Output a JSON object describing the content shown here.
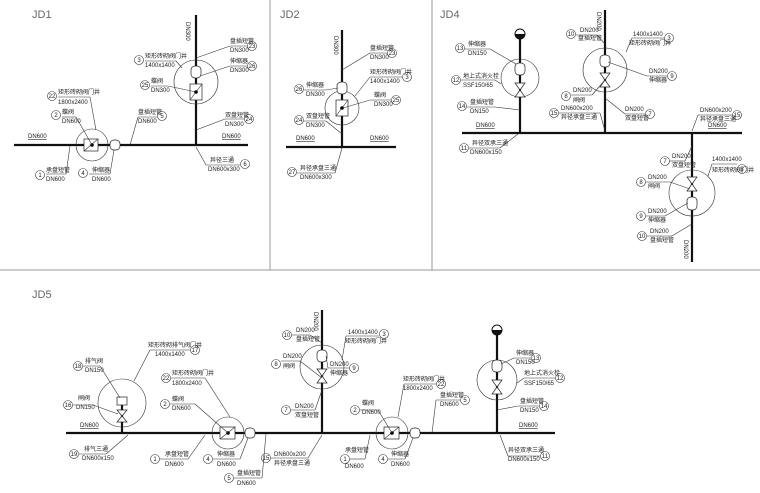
{
  "panels": {
    "jd1": {
      "title": "JD1",
      "labels": [
        {
          "n": "1",
          "name": "承盘短管",
          "size": "DN600"
        },
        {
          "n": "2",
          "name": "蝶阀",
          "size": "DN600"
        },
        {
          "n": "22",
          "name": "矩形砖砌阀门井",
          "size": "1800x2400"
        },
        {
          "n": "4",
          "name": "伸缩器",
          "size": "DN600"
        },
        {
          "n": "5",
          "name": "盘插短管",
          "size": "DN600"
        },
        {
          "n": "3",
          "name": "矩形砖砌阀门井",
          "size": "1400x1400"
        },
        {
          "n": "25",
          "name": "蝶阀",
          "size": "DN300"
        },
        {
          "n": "23",
          "name": "盘插短管",
          "size": "DN300"
        },
        {
          "n": "26",
          "name": "伸缩器",
          "size": "DN300"
        },
        {
          "n": "24",
          "name": "双盘短管",
          "size": "DN300"
        },
        {
          "n": "6",
          "name": "异径三通",
          "size": "DN600x300"
        }
      ],
      "pipe_left": "DN600",
      "pipe_right": "DN600",
      "pipe_up": "DN300"
    },
    "jd2": {
      "title": "JD2",
      "labels": [
        {
          "n": "23",
          "name": "盘插短管",
          "size": "DN300"
        },
        {
          "n": "3",
          "name": "矩形砖砌阀门井",
          "size": "1400x1400"
        },
        {
          "n": "26",
          "name": "伸缩器",
          "size": "DN300"
        },
        {
          "n": "25",
          "name": "蝶阀",
          "size": "DN300"
        },
        {
          "n": "24",
          "name": "双盘短管",
          "size": "DN300"
        },
        {
          "n": "27",
          "name": "异径承盘三通",
          "size": "DN600x300"
        }
      ],
      "pipe_left": "DN600",
      "pipe_right": "DN600",
      "pipe_up": "DN300"
    },
    "jd4": {
      "title": "JD4",
      "labels": [
        {
          "n": "13",
          "name": "伸缩器",
          "size": "DN150"
        },
        {
          "n": "12",
          "name": "地上式消火栓",
          "size": "SSF150/65"
        },
        {
          "n": "14",
          "name": "盘插短管",
          "size": "DN150"
        },
        {
          "n": "11",
          "name": "异径双承三通",
          "size": "DN600x150"
        },
        {
          "n": "10",
          "name": "盘插短管",
          "size": "DN200"
        },
        {
          "n": "3",
          "name": "矩形砖砌阀门井",
          "size": "1400x1400"
        },
        {
          "n": "9",
          "name": "伸缩器",
          "size": "DN200"
        },
        {
          "n": "8",
          "name": "闸阀",
          "size": "DN200"
        },
        {
          "n": "7",
          "name": "双盘短管",
          "size": "DN200"
        },
        {
          "n": "15",
          "name": "异径承盘三通",
          "size": "DN600x200"
        },
        {
          "n": "15",
          "name": "异径承盘三通",
          "size": "DN600x200"
        },
        {
          "n": "7",
          "name": "双盘短管",
          "size": "DN200"
        },
        {
          "n": "3",
          "name": "矩形砖砌阀门井",
          "size": "1400x1400"
        },
        {
          "n": "8",
          "name": "闸阀",
          "size": "DN200"
        },
        {
          "n": "9",
          "name": "伸缩器",
          "size": "DN200"
        },
        {
          "n": "10",
          "name": "盘插短管",
          "size": "DN200"
        }
      ],
      "pipe_left": "DN600",
      "pipe_right": "DN600",
      "pipe_up": "DN200",
      "pipe_down": "DN200"
    },
    "jd5": {
      "title": "JD5",
      "labels": [
        {
          "n": "18",
          "name": "排气阀",
          "size": "DN150"
        },
        {
          "n": "17",
          "name": "矩形砖砌排气阀门井",
          "size": "1400x1400"
        },
        {
          "n": "16",
          "name": "闸阀",
          "size": "DN150"
        },
        {
          "n": "19",
          "name": "排气三通",
          "size": "DN600x150"
        },
        {
          "n": "22",
          "name": "矩形砖砌阀门井",
          "size": "1800x2400"
        },
        {
          "n": "2",
          "name": "蝶阀",
          "size": "DN600"
        },
        {
          "n": "1",
          "name": "承盘短管",
          "size": "DN600"
        },
        {
          "n": "4",
          "name": "伸缩器",
          "size": "DN600"
        },
        {
          "n": "5",
          "name": "盘插短管",
          "size": "DN600"
        },
        {
          "n": "10",
          "name": "盘插短管",
          "size": "DN200"
        },
        {
          "n": "3",
          "name": "矩形砖砌阀门井",
          "size": "1400x1400"
        },
        {
          "n": "8",
          "name": "闸阀",
          "size": "DN200"
        },
        {
          "n": "9",
          "name": "伸缩器",
          "size": "DN200"
        },
        {
          "n": "7",
          "name": "双盘短管",
          "size": "DN200"
        },
        {
          "n": "15",
          "name": "异径承盘三通",
          "size": "DN600x200"
        },
        {
          "n": "2",
          "name": "蝶阀",
          "size": "DN600"
        },
        {
          "n": "22",
          "name": "矩形砖砌阀门井",
          "size": "1800x2400"
        },
        {
          "n": "5",
          "name": "盘插短管",
          "size": "DN600"
        },
        {
          "n": "1",
          "name": "承盘短管",
          "size": "DN600"
        },
        {
          "n": "4",
          "name": "伸缩器",
          "size": "DN600"
        },
        {
          "n": "13",
          "name": "伸缩器",
          "size": "DN150"
        },
        {
          "n": "12",
          "name": "地上式消火栓",
          "size": "SSF150/65"
        },
        {
          "n": "14",
          "name": "盘插短管",
          "size": "DN150"
        },
        {
          "n": "11",
          "name": "异径双承三通",
          "size": "DN600x150"
        }
      ],
      "pipe_left": "DN600",
      "pipe_right": "DN600",
      "pipe_up": "DN200"
    }
  }
}
